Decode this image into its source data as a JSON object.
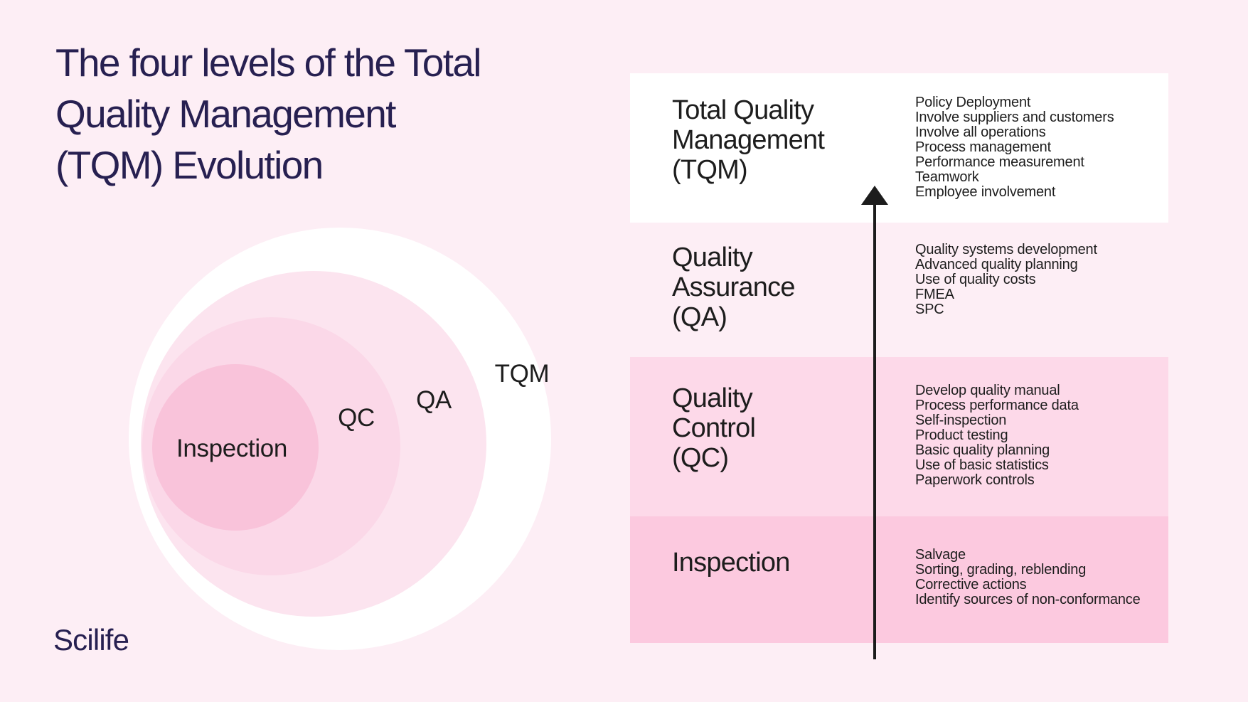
{
  "palette": {
    "page-bg": "#fdeef5",
    "navy": "#272051",
    "ink": "#1d1d1d",
    "white": "#ffffff",
    "circle-qa": "#fce4ef",
    "circle-qc": "#fbd8e8",
    "circle-inspection": "#f9c3da",
    "row-tqm": "#ffffff",
    "row-qc": "#fdd9e9",
    "row-inspection": "#fcc9df",
    "arrow": "#1c1c1c"
  },
  "title": {
    "lines": [
      "The four levels of the Total",
      "Quality Management",
      "(TQM) Evolution"
    ]
  },
  "logo": "Scilife",
  "venn": {
    "labels": {
      "inspection": "Inspection",
      "qc": "QC",
      "qa": "QA",
      "tqm": "TQM"
    }
  },
  "table": {
    "rows": [
      {
        "id": "tqm",
        "title_lines": [
          "Total Quality",
          "Management",
          "(TQM)"
        ],
        "items": [
          "Policy Deployment",
          "Involve suppliers and customers",
          "Involve all operations",
          "Process management",
          "Performance measurement",
          "Teamwork",
          "Employee involvement"
        ]
      },
      {
        "id": "qa",
        "title_lines": [
          "Quality",
          "Assurance",
          "(QA)"
        ],
        "items": [
          "Quality systems development",
          "Advanced quality planning",
          "Use of quality costs",
          "FMEA",
          "SPC"
        ]
      },
      {
        "id": "qc",
        "title_lines": [
          "Quality",
          "Control",
          "(QC)"
        ],
        "items": [
          "Develop quality manual",
          "Process performance data",
          "Self-inspection",
          "Product testing",
          "Basic quality planning",
          "Use of basic statistics",
          "Paperwork controls"
        ]
      },
      {
        "id": "inspection",
        "title_lines": [
          "Inspection"
        ],
        "items": [
          "Salvage",
          "Sorting, grading, reblending",
          "Corrective actions",
          "Identify sources of non-conformance"
        ]
      }
    ]
  }
}
